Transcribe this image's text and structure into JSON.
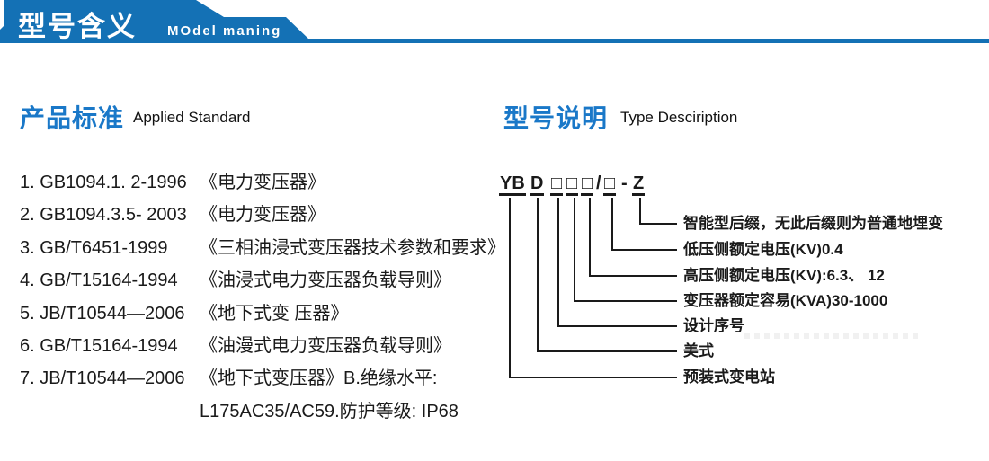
{
  "header": {
    "title": "型号含义",
    "subtitle": "MOdel maning"
  },
  "sections": {
    "left": {
      "title_zh": "产品标准",
      "title_en": "Applied Standard"
    },
    "right": {
      "title_zh": "型号说明",
      "title_en": "Type Desciription"
    }
  },
  "standards": [
    {
      "code": "1. GB1094.1. 2-1996",
      "title": "《电力变压器》"
    },
    {
      "code": "2. GB1094.3.5- 2003",
      "title": "《电力变压器》"
    },
    {
      "code": "3. GB/T6451-1999",
      "title": "《三相油浸式变压器技术参数和要求》"
    },
    {
      "code": "4. GB/T15164-1994",
      "title": "《油浸式电力变压器负载导则》"
    },
    {
      "code": "5. JB/T10544—2006",
      "title": "《地下式变 压器》"
    },
    {
      "code": "6. GB/T15164-1994",
      "title": "《油漫式电力变压器负载导则》"
    },
    {
      "code": "7. JB/T10544—2006",
      "title": "《地下式变压器》B.绝缘水平:"
    },
    {
      "code": "",
      "title": "L175AC35/AC59.防护等级: IP68"
    }
  ],
  "diagram": {
    "code_segments": [
      "YB",
      "D",
      "□",
      "□",
      "□",
      "/",
      "□",
      "-",
      "Z"
    ],
    "labels": [
      "智能型后缀，无此后缀则为普通地埋变",
      "低压侧额定电压(KV)0.4",
      "高压侧额定电压(KV):6.3、 12",
      "变压器额定容易(KVA)30-1000",
      "设计序号",
      "美式",
      "预装式变电站"
    ]
  },
  "colors": {
    "header_blue": "#1471b5",
    "accent_blue": "#1a78c8",
    "text": "#1a1a1a"
  }
}
